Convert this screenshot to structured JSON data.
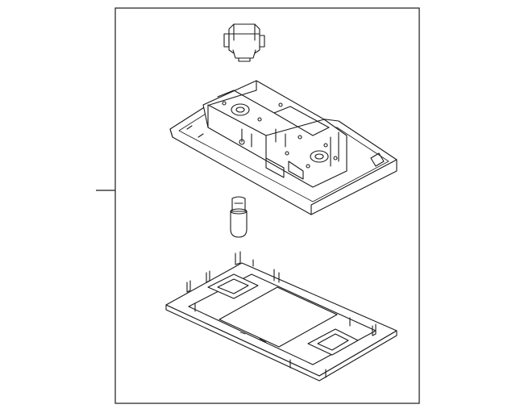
{
  "diagram": {
    "colors": {
      "line": "#1a1a1a",
      "background": "#ffffff"
    },
    "parts": [
      {
        "name": "bulb-socket"
      },
      {
        "name": "map-lamp-housing"
      },
      {
        "name": "bulb"
      },
      {
        "name": "lens-cover"
      }
    ]
  }
}
